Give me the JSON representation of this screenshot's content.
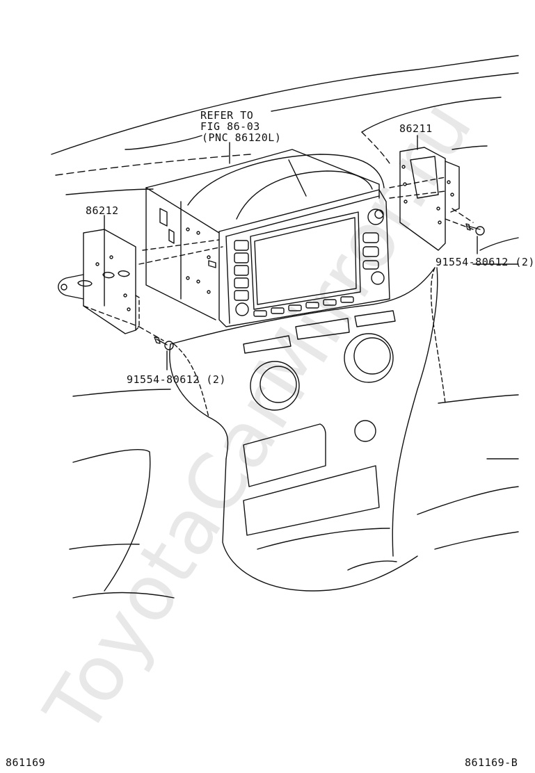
{
  "labels": {
    "refer_line1": "REFER TO",
    "refer_line2": "FIG 86-03",
    "refer_line3": "(PNC 86120L)",
    "part_86211": "86211",
    "part_86212": "86212",
    "screw_right": "91554-80612 (2)",
    "screw_left": "91554-80612 (2)",
    "footer_left": "861169",
    "footer_right": "861169-B"
  },
  "watermark": "ToyotaCarMirror.ru",
  "colors": {
    "line": "#111111",
    "watermark": "#bebebe"
  }
}
